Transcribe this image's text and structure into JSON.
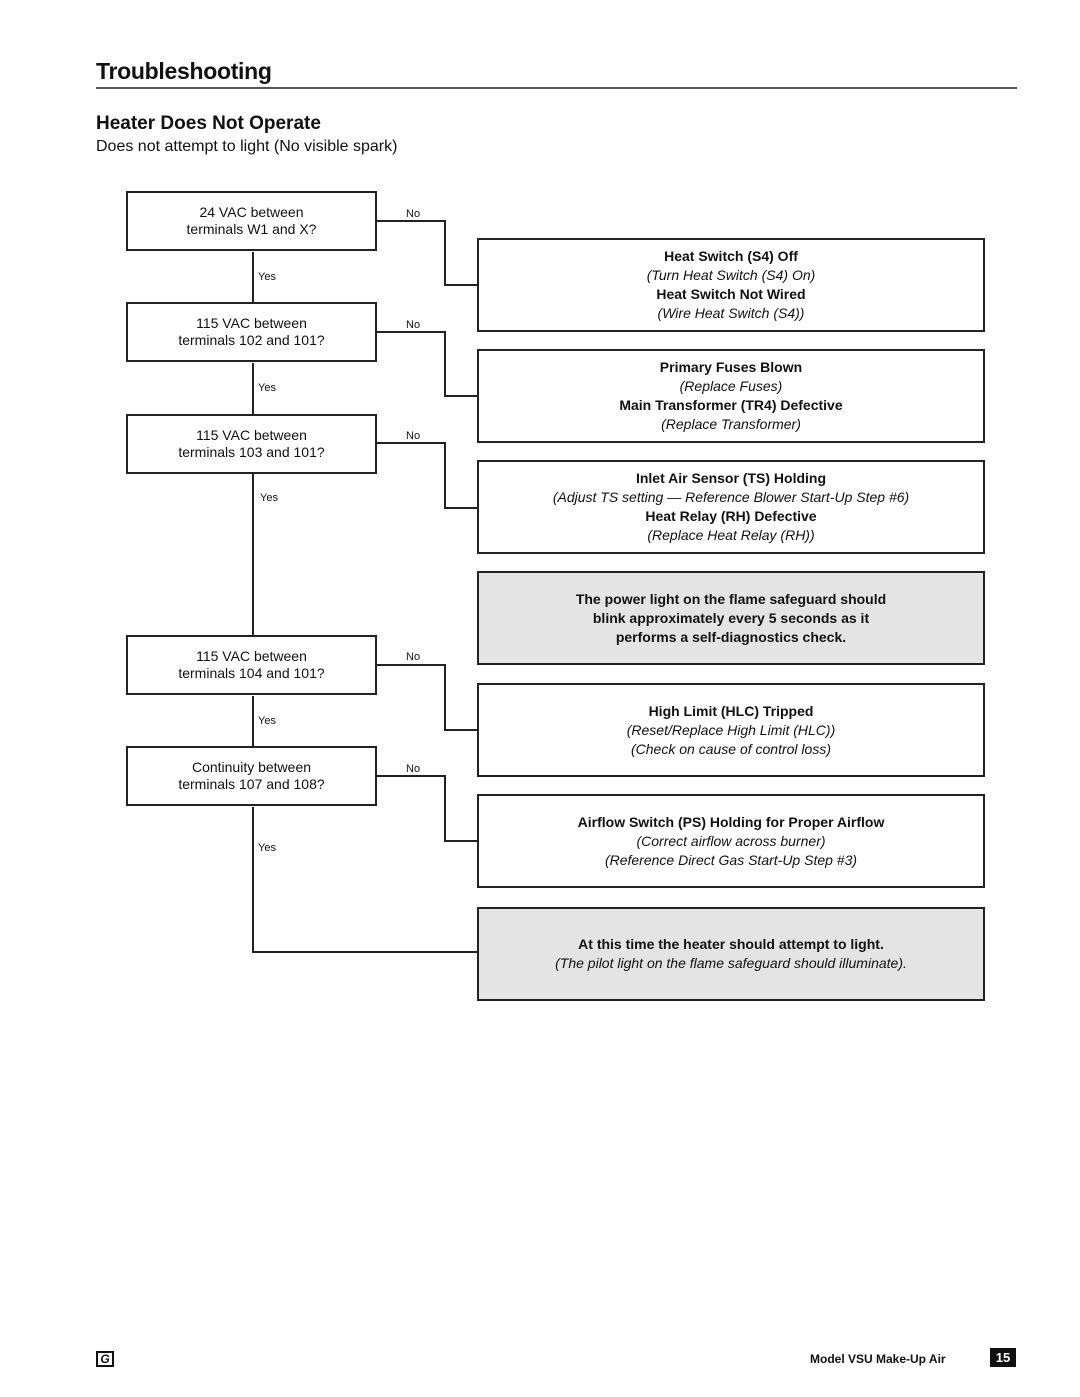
{
  "page": {
    "section_title": "Troubleshooting",
    "heading": "Heater Does Not Operate",
    "intro": "Does not attempt to light (No visible spark)"
  },
  "questions": [
    {
      "line1": "24 VAC between",
      "line2": "terminals W1 and X?",
      "no": "No",
      "yes": "Yes"
    },
    {
      "line1": "115 VAC between",
      "line2": "terminals 102 and 101?",
      "no": "No",
      "yes": "Yes"
    },
    {
      "line1": "115 VAC between",
      "line2": "terminals 103 and 101?",
      "no": "No",
      "yes": "Yes"
    },
    {
      "line1": "115 VAC between",
      "line2": "terminals 104 and 101?",
      "no": "No",
      "yes": "Yes"
    },
    {
      "line1": "Continuity between",
      "line2": "terminals 107 and 108?",
      "no": "No",
      "yes": "Yes"
    }
  ],
  "results": [
    {
      "l1": "Heat Switch (S4) Off",
      "l2": "(Turn Heat Switch (S4) On)",
      "l3": "Heat Switch Not Wired",
      "l4": "(Wire Heat Switch (S4))"
    },
    {
      "l1": "Primary Fuses Blown",
      "l2": "(Replace Fuses)",
      "l3": "Main Transformer (TR4) Defective",
      "l4": "(Replace Transformer)"
    },
    {
      "l1": "Inlet Air Sensor (TS) Holding",
      "l2": "(Adjust TS setting — Reference Blower Start-Up Step #6)",
      "l3": "Heat Relay (RH) Defective",
      "l4": "(Replace Heat Relay (RH))"
    },
    {
      "l1": "The power light on the flame safeguard should",
      "l2": "blink approximately every 5 seconds as it",
      "l3": "performs a self-diagnostics check."
    },
    {
      "l1": "High Limit (HLC) Tripped",
      "l2": "(Reset/Replace High Limit (HLC))",
      "l3": "(Check on cause of control loss)"
    },
    {
      "l1": "Airflow Switch (PS) Holding for Proper Airflow",
      "l2": "(Correct airflow across burner)",
      "l3": "(Reference Direct Gas Start-Up Step #3)"
    },
    {
      "l1": "At this time the heater should attempt to light.",
      "l2": "(The pilot light on the flame safeguard should illuminate)."
    }
  ],
  "footer": {
    "logo": "G",
    "model": "Model VSU Make-Up Air",
    "page_number": "15"
  },
  "colors": {
    "shaded_box": "#e4e4e4",
    "line": "#222222"
  }
}
